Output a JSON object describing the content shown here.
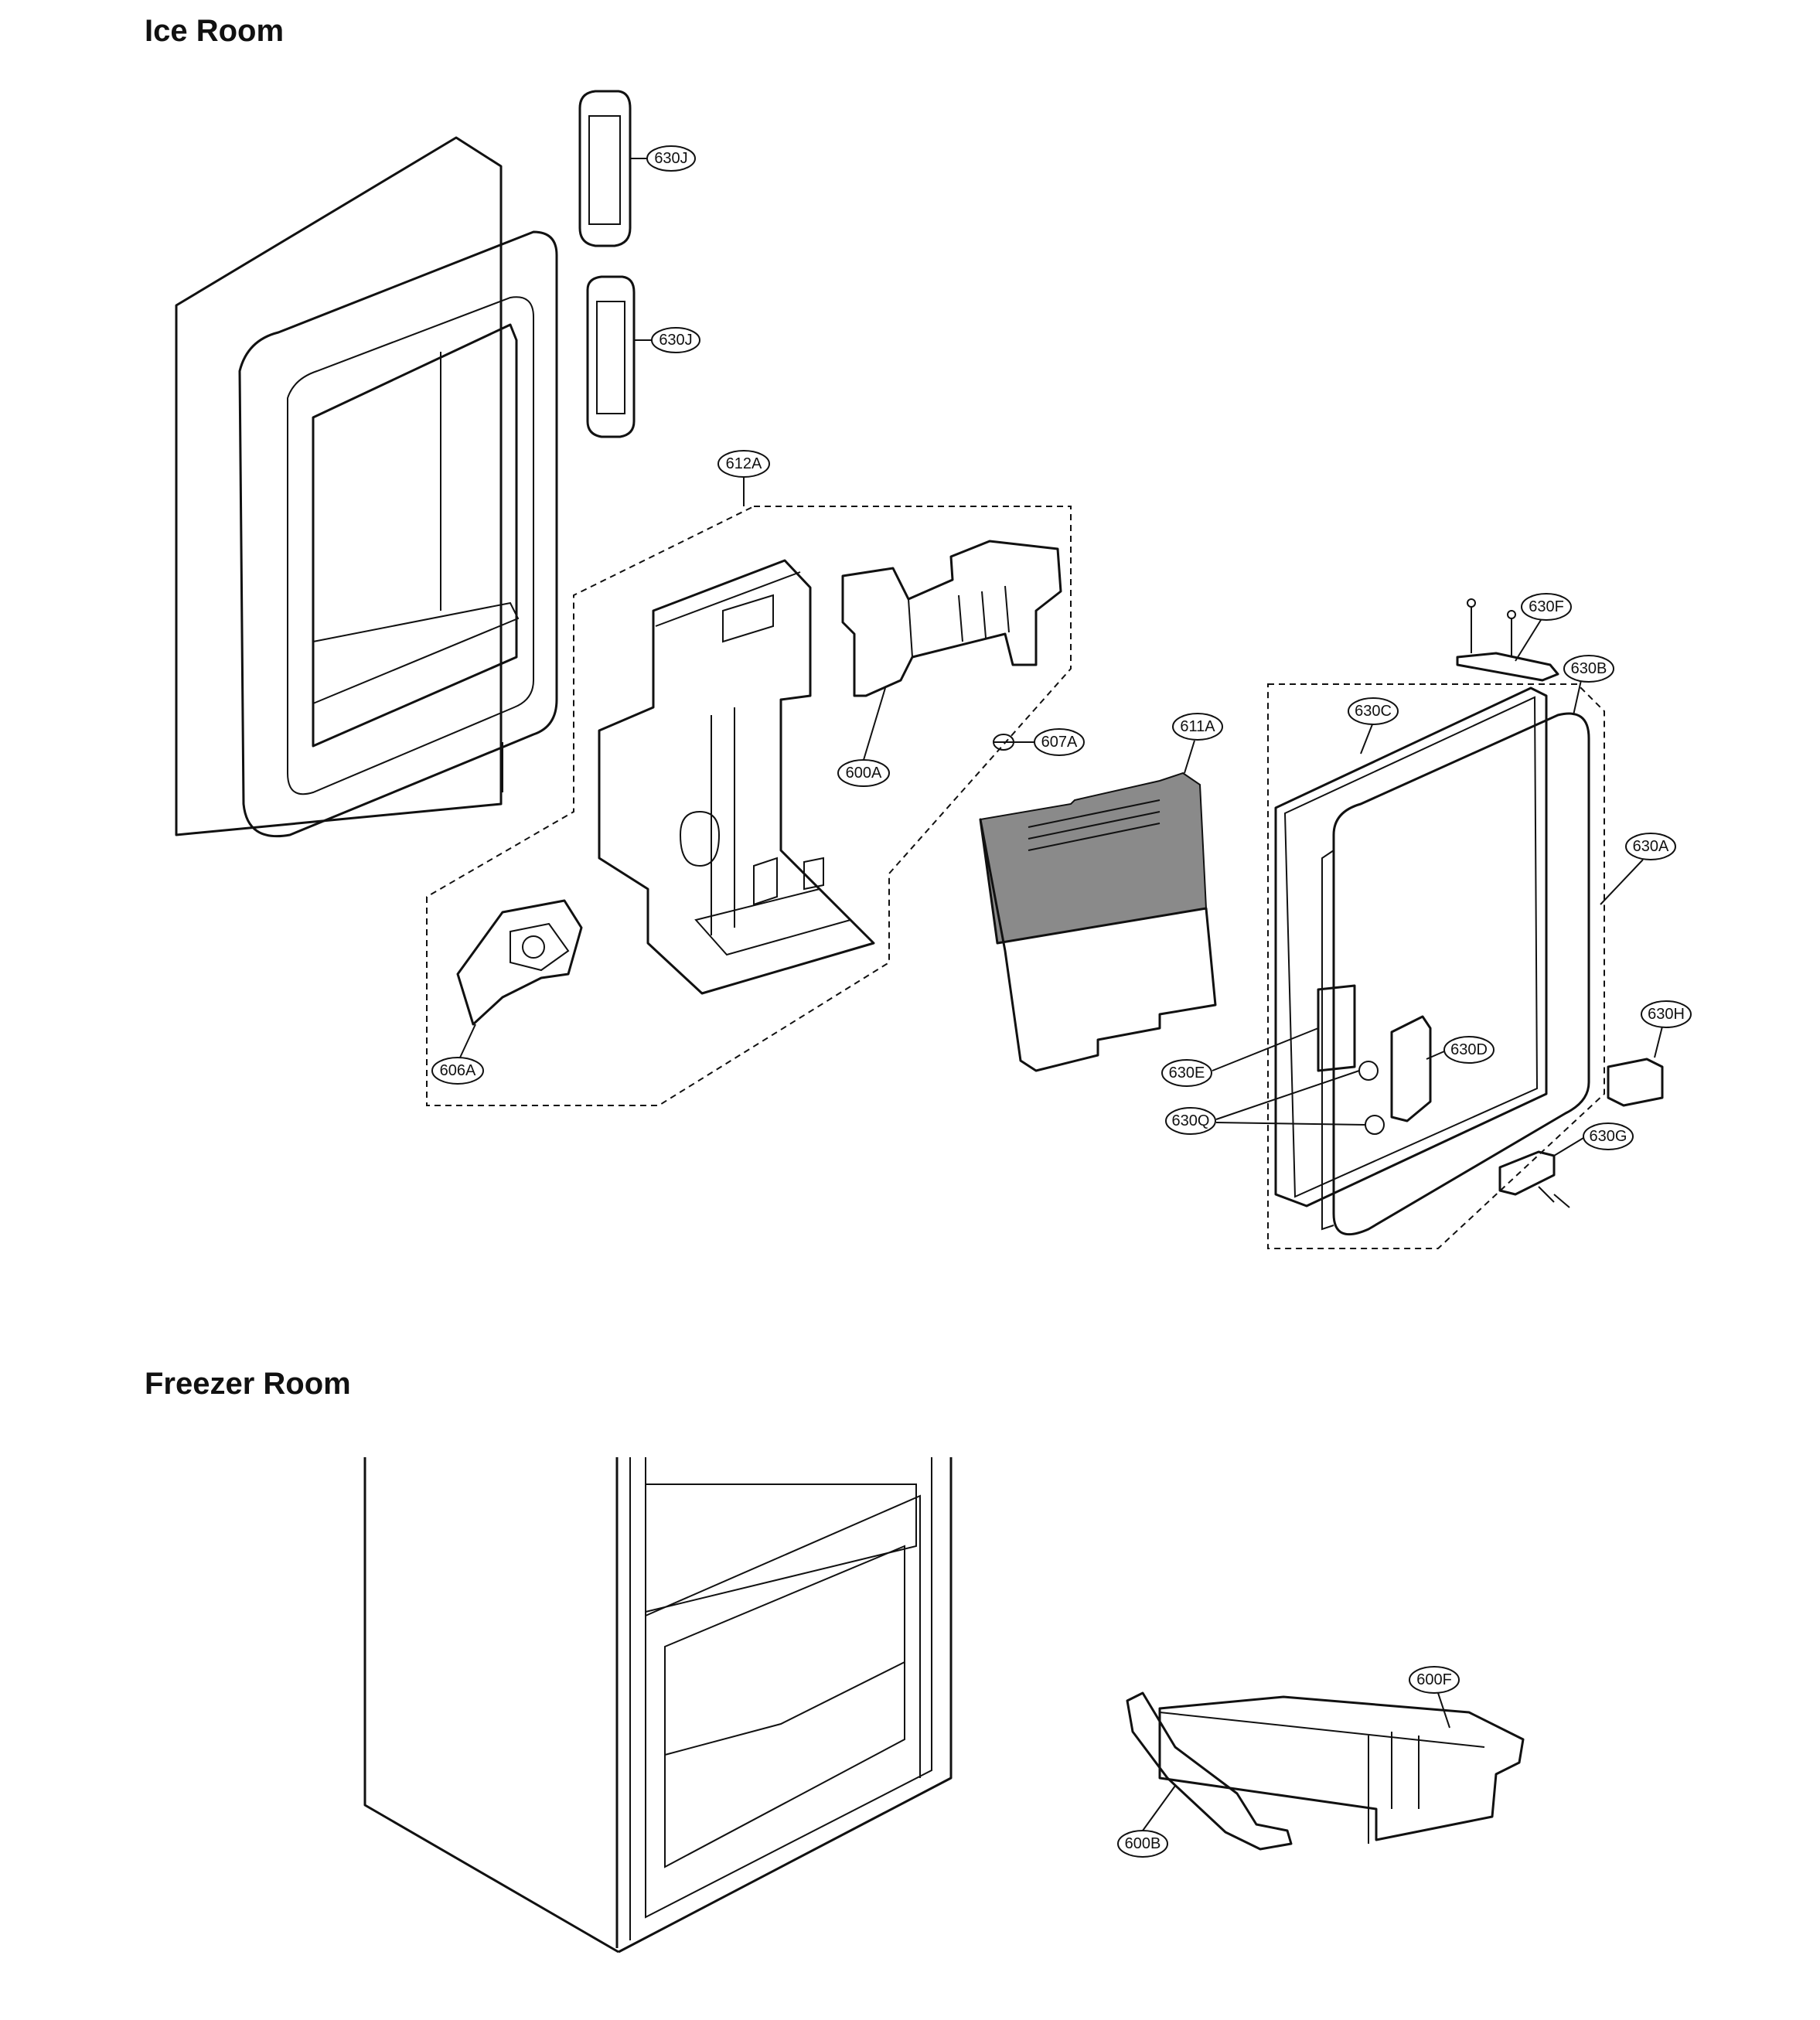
{
  "sections": {
    "ice_room_title": "Ice Room",
    "freezer_room_title": "Freezer Room"
  },
  "callouts": {
    "630J_upper": "630J",
    "630J_lower": "630J",
    "612A": "612A",
    "600A": "600A",
    "607A": "607A",
    "611A": "611A",
    "606A": "606A",
    "630F": "630F",
    "630B": "630B",
    "630C": "630C",
    "630A": "630A",
    "630H": "630H",
    "630D": "630D",
    "630E": "630E",
    "630Q": "630Q",
    "630G": "630G",
    "600F": "600F",
    "600B": "600B"
  }
}
